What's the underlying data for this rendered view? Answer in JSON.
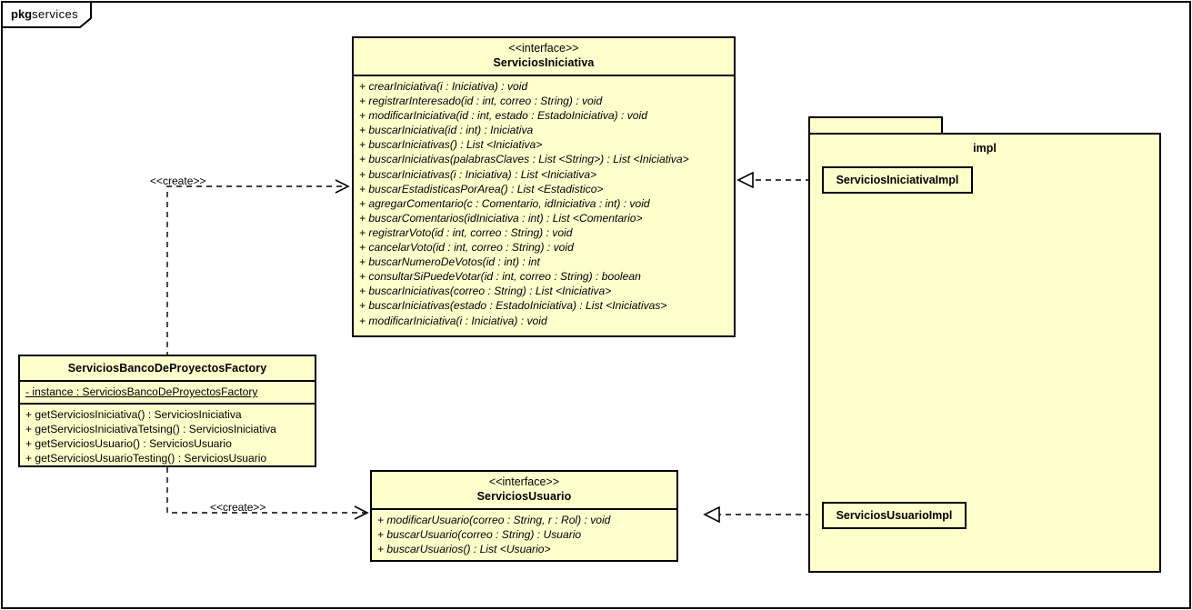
{
  "diagram": {
    "frame": {
      "keyword": "pkg",
      "name": "services"
    },
    "colors": {
      "fill": "#ffffcc",
      "stroke": "#000000",
      "background": "#ffffff"
    }
  },
  "classes": {
    "servicios_iniciativa": {
      "stereotype": "<<interface>>",
      "name": "ServiciosIniciativa",
      "operations": [
        "+ crearIniciativa(i : Iniciativa) : void",
        "+ registrarInteresado(id : int, correo : String) : void",
        "+ modificarIniciativa(id : int, estado : EstadoIniciativa) : void",
        "+ buscarIniciativa(id : int) : Iniciativa",
        "+ buscarIniciativas() : List <Iniciativa>",
        "+ buscarIniciativas(palabrasClaves : List <String>) : List <Iniciativa>",
        "+ buscarIniciativas(i : Iniciativa) : List <Iniciativa>",
        "+ buscarEstadisticasPorArea() : List <Estadistico>",
        "+ agregarComentario(c : Comentario, idIniciativa : int) : void",
        "+ buscarComentarios(idIniciativa : int) : List <Comentario>",
        "+ registrarVoto(id : int, correo : String) : void",
        "+ cancelarVoto(id : int, correo : String) : void",
        "+ buscarNumeroDeVotos(id : int) : int",
        "+ consultarSiPuedeVotar(id : int, correo : String) : boolean",
        "+ buscarIniciativas(correo : String) : List <Iniciativa>",
        "+ buscarIniciativas(estado : EstadoIniciativa) : List <Iniciativas>",
        "+ modificarIniciativa(i : Iniciativa) : void"
      ]
    },
    "servicios_usuario": {
      "stereotype": "<<interface>>",
      "name": "ServiciosUsuario",
      "operations": [
        "+ modificarUsuario(correo : String, r : Rol) : void",
        "+ buscarUsuario(correo : String) : Usuario",
        "+ buscarUsuarios() : List <Usuario>"
      ]
    },
    "factory": {
      "name": "ServiciosBancoDeProyectosFactory",
      "attributes": [
        "- instance : ServiciosBancoDeProyectosFactory"
      ],
      "operations": [
        "+ getServiciosIniciativa() : ServiciosIniciativa",
        "+ getServiciosIniciativaTetsing() : ServiciosIniciativa",
        "+ getServiciosUsuario() : ServiciosUsuario",
        "+ getServiciosUsuarioTesting() : ServiciosUsuario"
      ]
    }
  },
  "package_impl": {
    "name": "impl",
    "classes": [
      {
        "name": "ServiciosIniciativaImpl"
      },
      {
        "name": "ServiciosUsuarioImpl"
      }
    ]
  },
  "relationships": [
    {
      "kind": "dependency",
      "label": "<<create>>",
      "from": "ServiciosBancoDeProyectosFactory",
      "to": "ServiciosIniciativa"
    },
    {
      "kind": "dependency",
      "label": "<<create>>",
      "from": "ServiciosBancoDeProyectosFactory",
      "to": "ServiciosUsuario"
    },
    {
      "kind": "realization",
      "label": "",
      "from": "ServiciosIniciativaImpl",
      "to": "ServiciosIniciativa"
    },
    {
      "kind": "realization",
      "label": "",
      "from": "ServiciosUsuarioImpl",
      "to": "ServiciosUsuario"
    }
  ]
}
